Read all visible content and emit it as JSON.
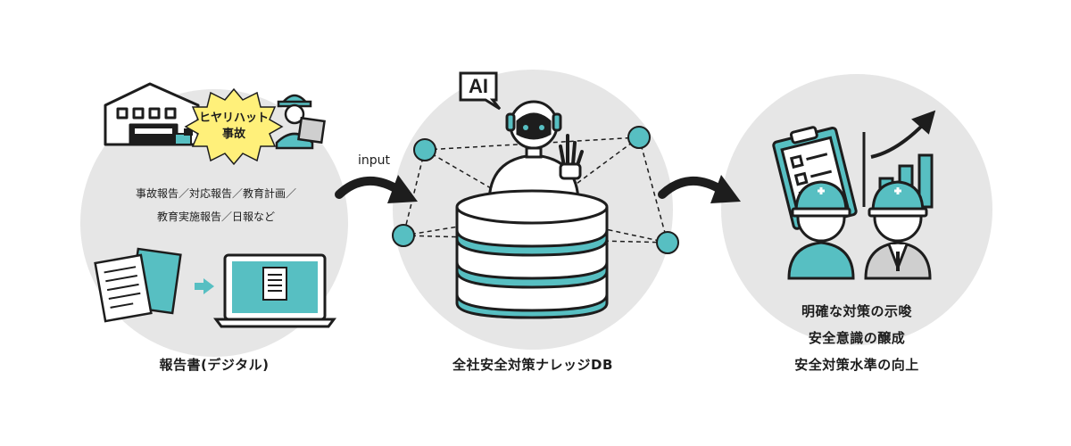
{
  "left": {
    "burst_line1": "ヒヤリハット",
    "burst_line2": "事故",
    "docs_line1": "事故報告／対応報告／教育計画／",
    "docs_line2": "教育実施報告／日報など",
    "caption": "報告書(デジタル)"
  },
  "arrow_label": "input",
  "center": {
    "ai_label": "AI",
    "caption": "全社安全対策ナレッジDB"
  },
  "right": {
    "line1": "明確な対策の示唆",
    "line2": "安全意識の醸成",
    "line3": "安全対策水準の向上"
  },
  "colors": {
    "circle_bg": "#e6e6e6",
    "teal": "#57bfc2",
    "ink": "#1d1d1d",
    "burst": "#fff07a"
  },
  "icons": [
    "factory-icon",
    "worker-icon",
    "laptop-icon",
    "document-icon",
    "robot-icon",
    "database-icon",
    "clipboard-icon",
    "bar-chart-icon",
    "workers-icon"
  ]
}
